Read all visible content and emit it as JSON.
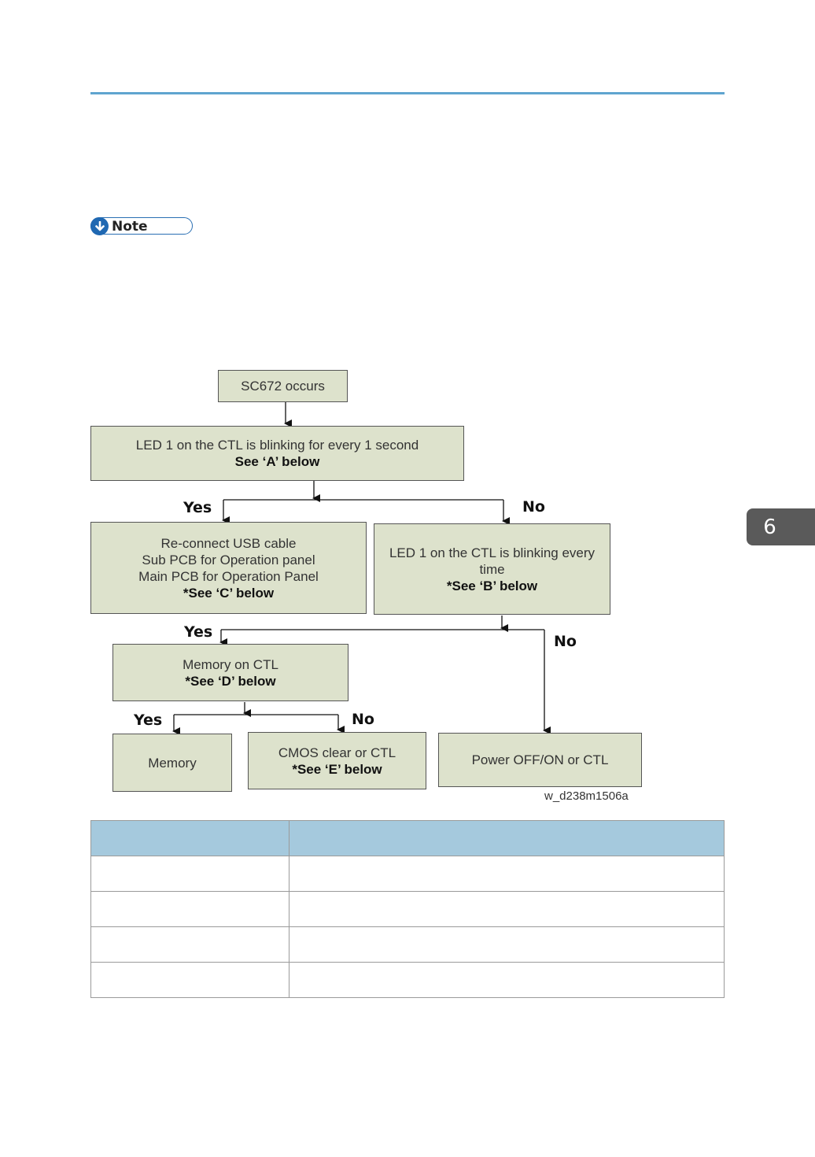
{
  "note": {
    "label": "Note"
  },
  "chapter_tab": {
    "number": "6"
  },
  "flowchart": {
    "start": "SC672 occurs",
    "q1": {
      "line1": "LED 1 on the CTL is blinking for every 1 second",
      "line2": "See ‘A’ below"
    },
    "yes1": "Yes",
    "no1": "No",
    "box_a": {
      "line1": "Re-connect USB cable",
      "line2": "Sub PCB for Operation panel",
      "line3": "Main PCB for Operation Panel",
      "line4": "*See ‘C’ below"
    },
    "box_b": {
      "line1": "LED 1 on the CTL is blinking  every",
      "line2": "time",
      "line3": "*See ‘B’ below"
    },
    "yes2": "Yes",
    "no2": "No",
    "box_d": {
      "line1": "Memory on CTL",
      "line2": "*See ‘D’ below"
    },
    "yes3": "Yes",
    "no3": "No",
    "memory": "Memory",
    "box_e": {
      "line1": "CMOS clear or CTL",
      "line2": "*See ‘E’ below"
    },
    "power": "Power OFF/ON or CTL",
    "image_id": "w_d238m1506a"
  },
  "table": {
    "headers": [
      "",
      ""
    ],
    "rows": [
      [
        "",
        ""
      ],
      [
        "",
        ""
      ],
      [
        "",
        ""
      ],
      [
        "",
        ""
      ]
    ]
  }
}
